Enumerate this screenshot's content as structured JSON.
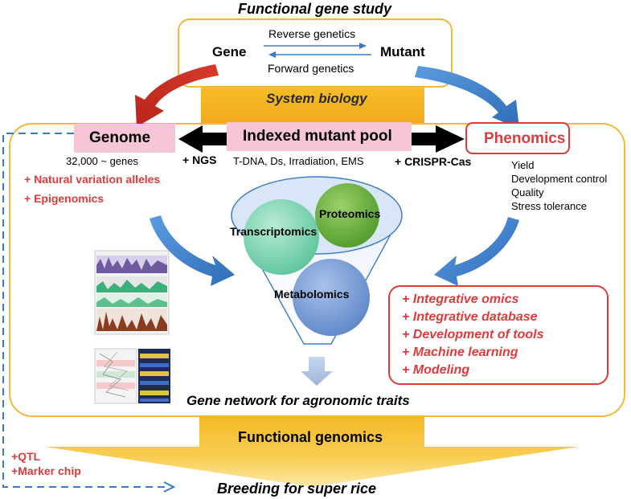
{
  "title": "Functional gene study",
  "top_box": {
    "gene": "Gene",
    "mutant": "Mutant",
    "reverse": "Reverse genetics",
    "forward": "Forward genetics"
  },
  "system_biology": "System biology",
  "genome": {
    "label": "Genome",
    "genes": "32,000 ~ genes",
    "additions": [
      "+ Natural variation alleles",
      "+ Epigenomics"
    ]
  },
  "ngs": "+ NGS",
  "mutant_pool": {
    "label": "Indexed mutant pool",
    "methods": "T-DNA, Ds, Irradiation, EMS"
  },
  "crispr": "+ CRISPR-Cas",
  "phenomics": {
    "label": "Phenomics",
    "traits": [
      "Yield",
      "Development control",
      "Quality",
      "Stress tolerance"
    ]
  },
  "omics": {
    "proteomics": "Proteomics",
    "transcriptomics": "Transcriptomics",
    "metabolomics": "Metabolomics"
  },
  "integrative_items": [
    "+ Integrative omics",
    "+ Integrative database",
    "+ Development of tools",
    "+ Machine learning",
    "+ Modeling"
  ],
  "gene_network": "Gene network for agronomic traits",
  "functional_genomics": "Functional genomics",
  "qtl": "+QTL",
  "marker_chip": "+Marker chip",
  "breeding": "Breeding for super rice",
  "colors": {
    "accent_red": "#e03a3a",
    "orange_frame": "#f4b73a",
    "gold": "#f3b520",
    "pink_box": "#f7c6d6",
    "blue_arrow": "#3a7bc8",
    "dark_red_arrow": "#c0281e"
  }
}
